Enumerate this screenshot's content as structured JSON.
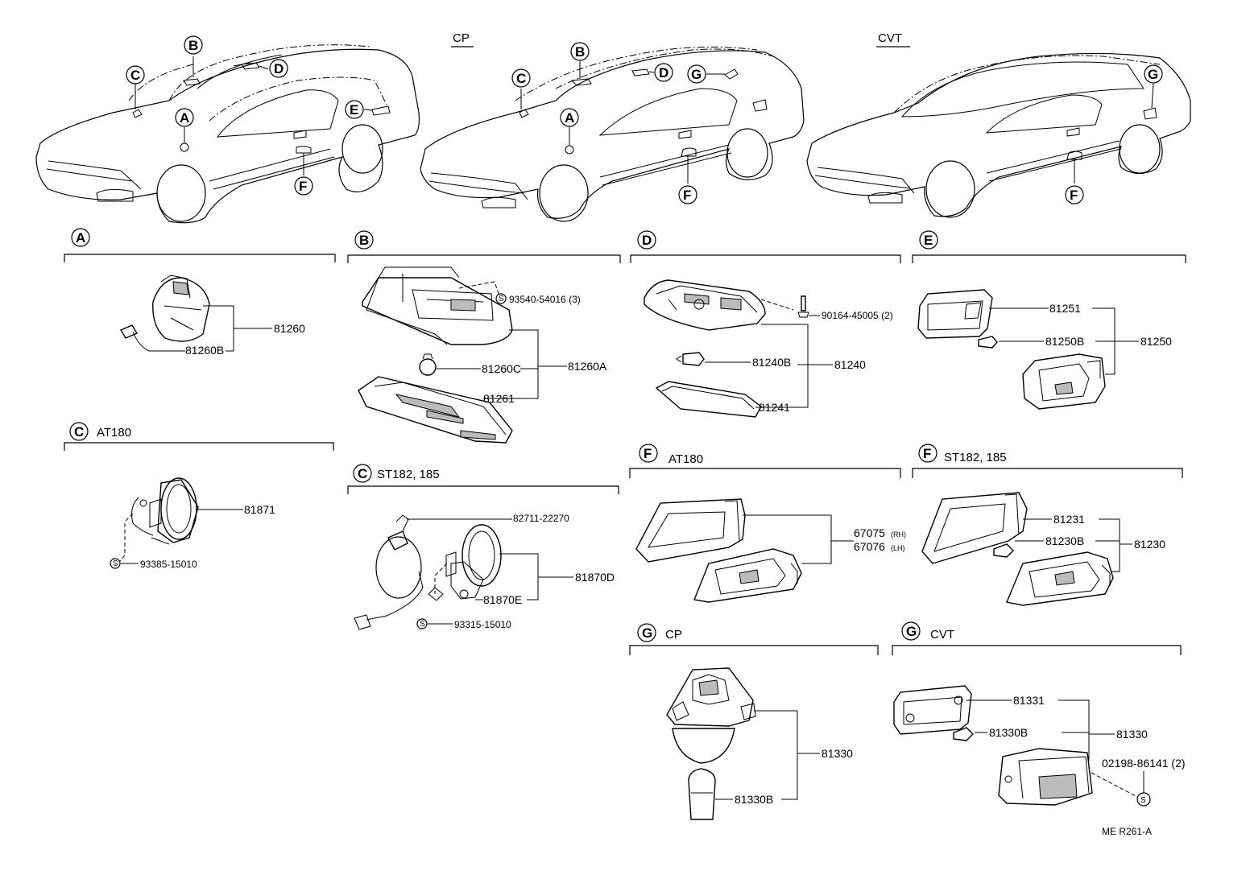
{
  "diagram": {
    "top_labels": {
      "cp": "CP",
      "cvt": "CVT"
    },
    "car_markers": {
      "a": "A",
      "b": "B",
      "c": "C",
      "d": "D",
      "e": "E",
      "f": "F",
      "g": "G"
    },
    "sections": {
      "a": {
        "letter": "A",
        "subtitle": ""
      },
      "b": {
        "letter": "B",
        "subtitle": ""
      },
      "d": {
        "letter": "D",
        "subtitle": ""
      },
      "e": {
        "letter": "E",
        "subtitle": ""
      },
      "c1": {
        "letter": "C",
        "subtitle": "AT180"
      },
      "c2": {
        "letter": "C",
        "subtitle": "ST182, 185"
      },
      "f1": {
        "letter": "F",
        "subtitle": "AT180"
      },
      "f2": {
        "letter": "F",
        "subtitle": "ST182, 185"
      },
      "g1": {
        "letter": "G",
        "subtitle": "CP"
      },
      "g2": {
        "letter": "G",
        "subtitle": "CVT"
      }
    },
    "screw_symbol": "S",
    "parts": {
      "p81260": "81260",
      "p81260B": "81260B",
      "p93540": "93540-54016 (3)",
      "p81260C": "81260C",
      "p81260A": "81260A",
      "p81261": "81261",
      "p90164": "90164-45005 (2)",
      "p81240B": "81240B",
      "p81240": "81240",
      "p81241": "81241",
      "p81251": "81251",
      "p81250B": "81250B",
      "p81250": "81250",
      "p81871": "81871",
      "p93385": "93385-15010",
      "p82711": "82711-22270",
      "p81870D": "81870D",
      "p81870E": "81870E",
      "p93315": "93315-15010",
      "p67075": "67075",
      "p67075s": "(RH)",
      "p67076": "67076",
      "p67076s": "(LH)",
      "p81231": "81231",
      "p81230B": "81230B",
      "p81230": "81230",
      "g1_81330": "81330",
      "g1_81330B": "81330B",
      "p81331": "81331",
      "g2_81330B": "81330B",
      "g2_81330": "81330",
      "p02198": "02198-86141 (2)"
    },
    "reference_code": "ME R261-A"
  }
}
